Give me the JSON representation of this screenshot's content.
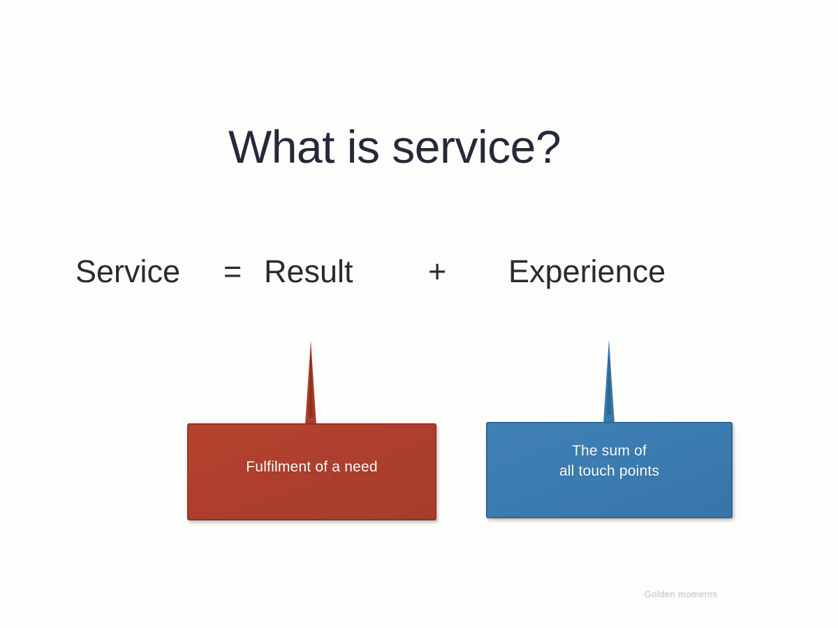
{
  "slide": {
    "background_color": "#fdfdfc",
    "title": "What is service?",
    "title_color": "#242a3a"
  },
  "equation": {
    "text_color": "#2b2b2b",
    "subject": "Service",
    "equals": "=",
    "term_one": "Result",
    "operator": "+",
    "term_two": "Experience"
  },
  "callouts": [
    {
      "id": "result",
      "label": "Fulfilment of a need",
      "fill_color": "#b0402e",
      "border_color": "#8d3425",
      "text_color": "#ffffff",
      "points_to": "Result"
    },
    {
      "id": "experience",
      "line_one": "The sum of",
      "line_two": "all touch points",
      "fill_color": "#3c7cb0",
      "border_color": "#2f6791",
      "text_color": "#ffffff",
      "points_to": "Experience"
    }
  ],
  "footer": {
    "credit": "Golden moments",
    "credit_color": "#b9bcc2"
  }
}
